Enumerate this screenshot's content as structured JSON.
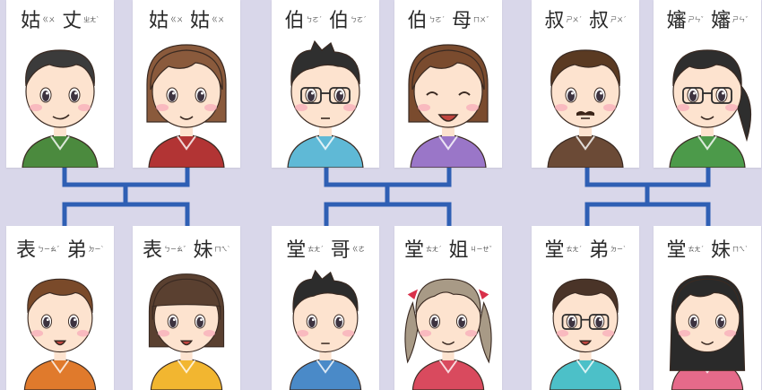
{
  "colors": {
    "background": "#d9d7ea",
    "connector": "#2f5fb4",
    "card": "#ffffff"
  },
  "top_row": [
    {
      "chars": [
        {
          "hanzi": "姑",
          "zhuyin": "ㄍㄨ"
        },
        {
          "hanzi": "丈",
          "zhuyin": "ㄓㄤˋ"
        }
      ],
      "figure": {
        "hair": "#3b3b3b",
        "style": "short",
        "shirt": "#4b8a3e",
        "glasses": false,
        "mustache": false,
        "smile": "smirk"
      }
    },
    {
      "chars": [
        {
          "hanzi": "姑",
          "zhuyin": "ㄍㄨ"
        },
        {
          "hanzi": "姑",
          "zhuyin": "ㄍㄨ"
        }
      ],
      "figure": {
        "hair": "#8a5a3c",
        "style": "bob",
        "shirt": "#b23434",
        "glasses": false,
        "mustache": false,
        "smile": "smile"
      }
    },
    {
      "chars": [
        {
          "hanzi": "伯",
          "zhuyin": "ㄅㄛˊ"
        },
        {
          "hanzi": "伯",
          "zhuyin": "ㄅㄛˊ"
        }
      ],
      "figure": {
        "hair": "#2f2f2f",
        "style": "spiky",
        "shirt": "#5fb9d6",
        "glasses": true,
        "mustache": false,
        "smile": "flat"
      }
    },
    {
      "chars": [
        {
          "hanzi": "伯",
          "zhuyin": "ㄅㄛˊ"
        },
        {
          "hanzi": "母",
          "zhuyin": "ㄇㄨˇ"
        }
      ],
      "figure": {
        "hair": "#7a4b2e",
        "style": "bob",
        "shirt": "#9a76c8",
        "glasses": false,
        "mustache": false,
        "smile": "laugh"
      }
    },
    {
      "chars": [
        {
          "hanzi": "叔",
          "zhuyin": "ㄕㄨˊ"
        },
        {
          "hanzi": "叔",
          "zhuyin": "ㄕㄨˊ"
        }
      ],
      "figure": {
        "hair": "#5a3a22",
        "style": "short",
        "shirt": "#6b4a36",
        "glasses": false,
        "mustache": true,
        "smile": "flat"
      }
    },
    {
      "chars": [
        {
          "hanzi": "嬸",
          "zhuyin": "ㄕㄣˇ"
        },
        {
          "hanzi": "嬸",
          "zhuyin": "ㄕㄣˇ"
        }
      ],
      "figure": {
        "hair": "#2e2e2e",
        "style": "pony",
        "shirt": "#4c9a4a",
        "glasses": true,
        "mustache": false,
        "smile": "smile"
      }
    }
  ],
  "bottom_row": [
    {
      "chars": [
        {
          "hanzi": "表",
          "zhuyin": "ㄅㄧㄠˇ"
        },
        {
          "hanzi": "弟",
          "zhuyin": "ㄉㄧˋ"
        }
      ],
      "figure": {
        "hair": "#7a4a2a",
        "style": "short",
        "shirt": "#e07a2c",
        "glasses": false,
        "mustache": false,
        "smile": "open"
      }
    },
    {
      "chars": [
        {
          "hanzi": "表",
          "zhuyin": "ㄅㄧㄠˇ"
        },
        {
          "hanzi": "妹",
          "zhuyin": "ㄇㄟˋ"
        }
      ],
      "figure": {
        "hair": "#5a4030",
        "style": "bangs",
        "shirt": "#f2b630",
        "glasses": false,
        "mustache": false,
        "smile": "open"
      }
    },
    {
      "chars": [
        {
          "hanzi": "堂",
          "zhuyin": "ㄊㄤˊ"
        },
        {
          "hanzi": "哥",
          "zhuyin": "ㄍㄜ"
        }
      ],
      "figure": {
        "hair": "#2c2c2c",
        "style": "spiky",
        "shirt": "#4a8ac8",
        "glasses": false,
        "mustache": false,
        "smile": "flat"
      }
    },
    {
      "chars": [
        {
          "hanzi": "堂",
          "zhuyin": "ㄊㄤˊ"
        },
        {
          "hanzi": "姐",
          "zhuyin": "ㄐㄧㄝˇ"
        }
      ],
      "figure": {
        "hair": "#a89a86",
        "style": "twintails",
        "shirt": "#d94a5e",
        "glasses": false,
        "mustache": false,
        "smile": "smile"
      }
    },
    {
      "chars": [
        {
          "hanzi": "堂",
          "zhuyin": "ㄊㄤˊ"
        },
        {
          "hanzi": "弟",
          "zhuyin": "ㄉㄧˋ"
        }
      ],
      "figure": {
        "hair": "#4a3428",
        "style": "short",
        "shirt": "#4cc0c8",
        "glasses": true,
        "mustache": false,
        "smile": "open"
      }
    },
    {
      "chars": [
        {
          "hanzi": "堂",
          "zhuyin": "ㄊㄤˊ"
        },
        {
          "hanzi": "妹",
          "zhuyin": "ㄇㄟˋ"
        }
      ],
      "figure": {
        "hair": "#2a2a2a",
        "style": "long",
        "shirt": "#e56a8a",
        "glasses": false,
        "mustache": false,
        "smile": "smile"
      }
    }
  ]
}
